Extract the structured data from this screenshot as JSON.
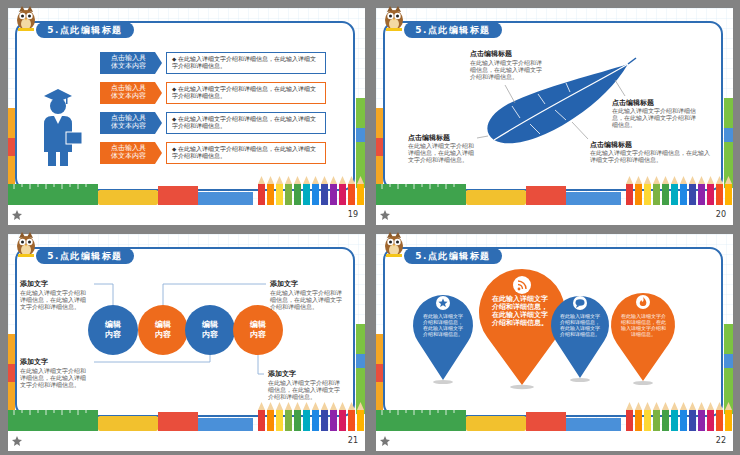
{
  "diagram": {
    "nodes": [
      {
        "text": [
          "5.点此编辑标题"
        ]
      },
      {
        "text": [
          "点击输入具体文本内容"
        ]
      },
      {
        "text": [
          "◆ 在此输入详细文字介绍和详细信息，在此输入详细文字介绍和详细信息。"
        ]
      },
      {
        "text": [
          "点击输入具体文本内容"
        ]
      },
      {
        "text": [
          "◆ 在此输入详细文字介绍和详细信息，在此输入详细文字介绍和详细信息。"
        ]
      },
      {
        "text": [
          "点击输入具体文本内容"
        ]
      },
      {
        "text": [
          "◆ 在此输入详细文字介绍和详细信息，在此输入详细文字介绍和详细信息。"
        ]
      },
      {
        "text": [
          "点击输入具体文本内容"
        ]
      },
      {
        "text": [
          "◆ 在此输入详细文字介绍和详细信息，在此输入详细文字介绍和详细信息。"
        ]
      },
      {
        "text": [
          "5.点此编辑标题"
        ]
      },
      {
        "text": [
          "5.点此编辑标题"
        ]
      },
      {
        "text": [
          "编辑内容"
        ]
      },
      {
        "text": [
          "编辑内容"
        ]
      },
      {
        "text": [
          "编辑内容"
        ]
      },
      {
        "text": [
          "编辑内容"
        ]
      },
      {
        "text": [
          "5.点此编辑标题"
        ]
      },
      {
        "text": [
          "在此输入详细文字介绍和详细信息，在此输入详细文字介绍和详细信息。"
        ]
      },
      {
        "text": [
          "在此输入详细文字介绍和详细信息，在此输入详细文字介绍和详细信息。"
        ]
      },
      {
        "text": [
          "在此输入详细文字介绍和详细信息，在此输入详细文字介绍和详细信息。"
        ]
      },
      {
        "text": [
          "在此输入详细文字介绍和详细信息，在此输入详细文字介绍和详细信息。"
        ]
      }
    ],
    "labels": [
      "19",
      "点击编辑标题",
      "在此输入详细文字介绍和详细信息，在此输入详细文字介绍和详细信息。",
      "点击编辑标题",
      "在此输入详细文字介绍和详细信息，在此输入详细文字介绍和详细信息。",
      "点击编辑标题",
      "在此输入详细文字介绍和详细信息，在此输入详细文字介绍和详细信息。",
      "点击编辑标题",
      "在此输入详细文字介绍和详细信息，在此输入详细文字介绍和详细信息。",
      "20",
      "添加文字",
      "在此输入详细文字介绍和详细信息，在此输入详细文字介绍和详细信息。",
      "添加文字",
      "在此输入详细文字介绍和详细信息，在此输入详细文字介绍和详细信息。",
      "添加文字",
      "在此输入详细文字介绍和详细信息，在此输入详细文字介绍和详细信息。",
      "添加文字",
      "在此输入详细文字介绍和详细信息，在此输入详细文字介绍和详细信息。",
      "21",
      "22"
    ]
  }
}
